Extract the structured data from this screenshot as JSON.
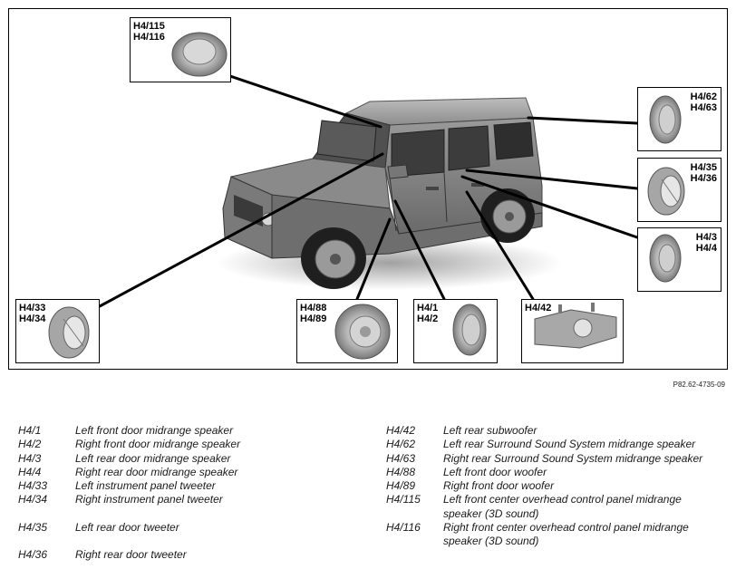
{
  "diagram": {
    "ref_number": "P82.62-4735-09",
    "callouts": [
      {
        "id": "overhead",
        "label": "H4/115\nH4/116"
      },
      {
        "id": "rear-surround",
        "label": "H4/62\nH4/63"
      },
      {
        "id": "rear-tweeter",
        "label": "H4/35\nH4/36"
      },
      {
        "id": "rear-midrange",
        "label": "H4/3\nH4/4"
      },
      {
        "id": "dash-tweeter",
        "label": "H4/33\nH4/34"
      },
      {
        "id": "front-woofer",
        "label": "H4/88\nH4/89"
      },
      {
        "id": "front-midrange",
        "label": "H4/1\nH4/2"
      },
      {
        "id": "subwoofer",
        "label": "H4/42"
      }
    ]
  },
  "legend": {
    "left": [
      {
        "code": "H4/1",
        "text": "Left front door midrange speaker"
      },
      {
        "code": "H4/2",
        "text": "Right front door midrange speaker"
      },
      {
        "code": "H4/3",
        "text": "Left rear door midrange speaker"
      },
      {
        "code": "H4/4",
        "text": "Right rear door midrange speaker"
      },
      {
        "code": "H4/33",
        "text": "Left instrument panel tweeter"
      },
      {
        "code": "H4/34",
        "text": "Right instrument panel tweeter"
      },
      {
        "code": "H4/35",
        "text": "Left rear door tweeter"
      },
      {
        "code": "H4/36",
        "text": "Right rear door tweeter"
      }
    ],
    "right": [
      {
        "code": "H4/42",
        "text": "Left rear subwoofer"
      },
      {
        "code": "H4/62",
        "text": "Left rear Surround Sound System midrange speaker"
      },
      {
        "code": "H4/63",
        "text": "Right rear Surround Sound System midrange speaker"
      },
      {
        "code": "H4/88",
        "text": "Left front door woofer"
      },
      {
        "code": "H4/89",
        "text": "Right front door woofer"
      },
      {
        "code": "H4/115",
        "text": "Left front center overhead control panel midrange speaker (3D sound)"
      },
      {
        "code": "H4/116",
        "text": "Right front center overhead control panel midrange speaker (3D sound)"
      }
    ]
  }
}
